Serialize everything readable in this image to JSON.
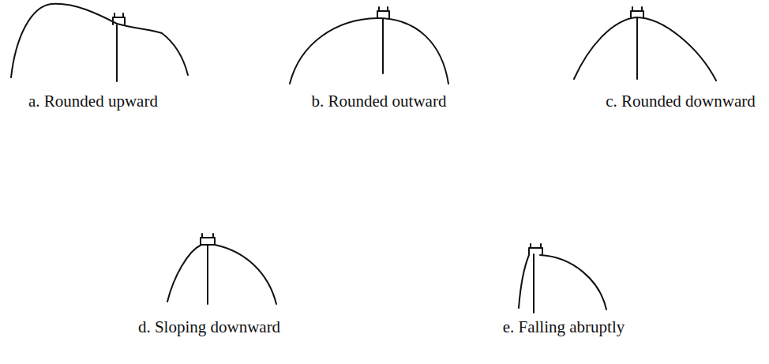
{
  "diagram": {
    "labels": [
      "a. Rounded upward",
      "b. Rounded outward",
      "c. Rounded downward",
      "d. Sloping downward",
      "e. Falling abruptly"
    ]
  }
}
